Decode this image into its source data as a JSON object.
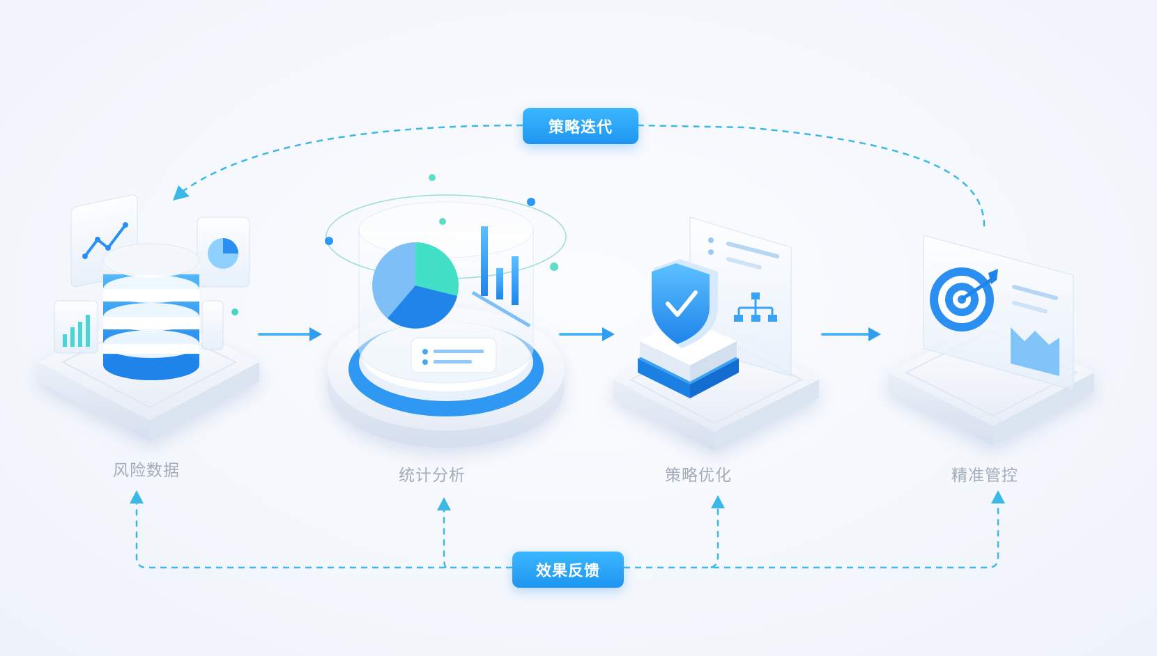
{
  "loop_top": {
    "label": "策略迭代"
  },
  "loop_bottom": {
    "label": "效果反馈"
  },
  "steps": [
    {
      "label": "风险数据",
      "icon": "database-icon"
    },
    {
      "label": "统计分析",
      "icon": "pie-chart-icon"
    },
    {
      "label": "策略优化",
      "icon": "shield-check-icon"
    },
    {
      "label": "精准管控",
      "icon": "target-icon"
    }
  ],
  "colors": {
    "accent": "#1f95f0",
    "accent_light": "#5cc0ff",
    "teal": "#3ee0c8",
    "dash": "#3cb8e6",
    "label_gray": "#a3acba"
  }
}
